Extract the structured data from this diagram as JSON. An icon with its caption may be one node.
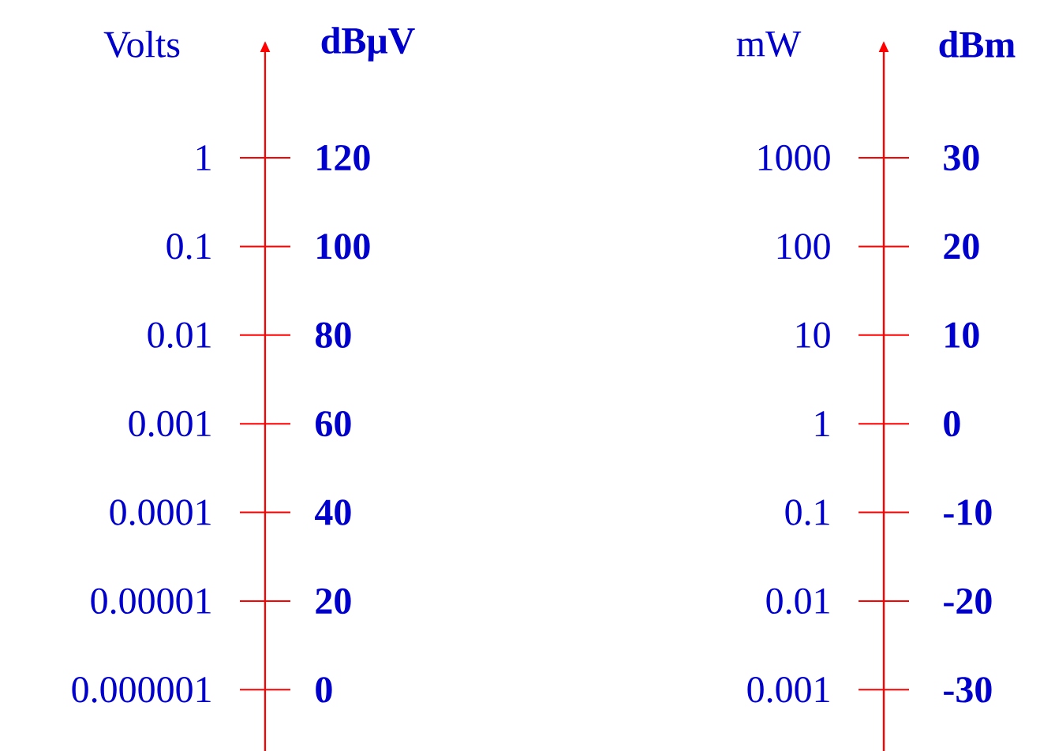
{
  "diagram": {
    "labels": [
      "Volts",
      "dBμV",
      "mW",
      "dBm",
      "1",
      "120",
      "1000",
      "30",
      "0.1",
      "100",
      "100",
      "20",
      "0.01",
      "80",
      "10",
      "10",
      "0.001",
      "60",
      "1",
      "0",
      "0.0001",
      "40",
      "0.1",
      "-10",
      "0.00001",
      "20",
      "0.01",
      "-20",
      "0.000001",
      "0",
      "0.001",
      "-30"
    ]
  }
}
